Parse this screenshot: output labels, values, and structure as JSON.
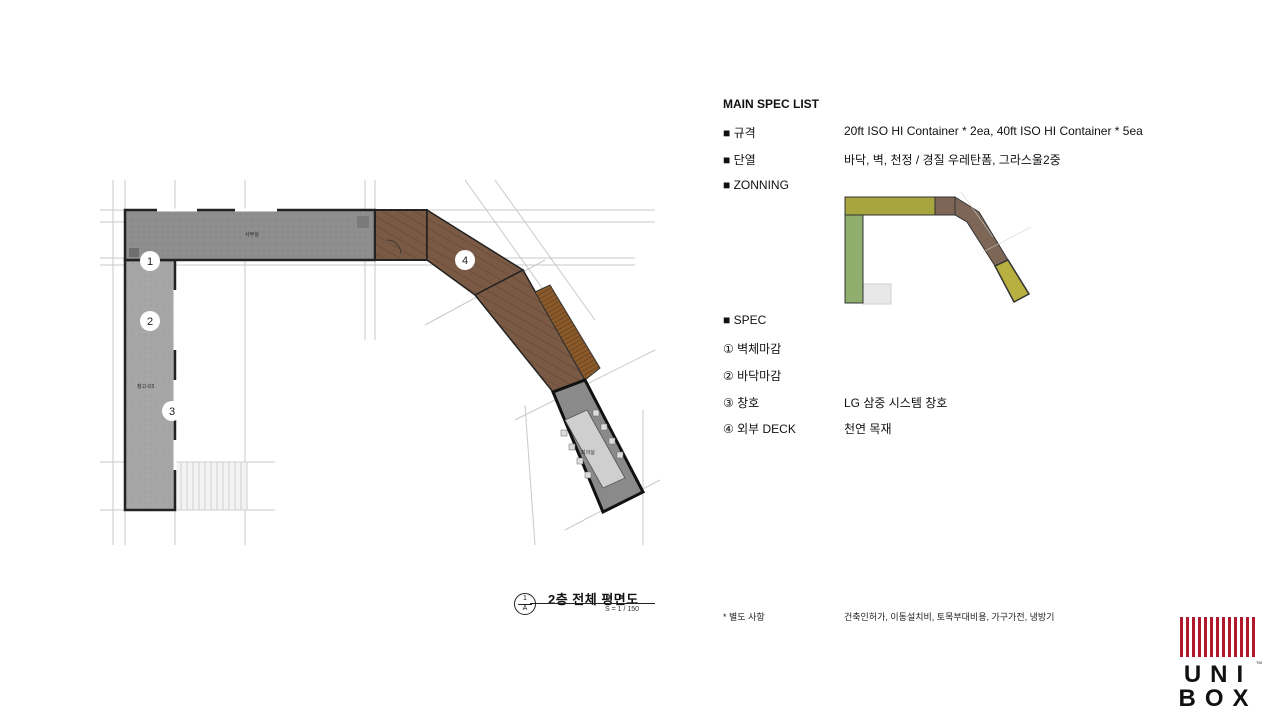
{
  "spec_list": {
    "title": "MAIN SPEC LIST",
    "rows": [
      {
        "label": "■ 규격",
        "value": "20ft ISO HI Container * 2ea, 40ft ISO HI Container * 5ea"
      },
      {
        "label": "■ 단열",
        "value": "바닥, 벽, 천정 / 경질 우레탄폼, 그라스울2중"
      },
      {
        "label": "■ ZONNING",
        "value": ""
      },
      {
        "label": "■ SPEC",
        "value": ""
      },
      {
        "label": "① 벽체마감",
        "value": ""
      },
      {
        "label": "② 바닥마감",
        "value": ""
      },
      {
        "label": "③ 창호",
        "value": "LG 삼중 시스템 창호"
      },
      {
        "label": "④ 외부 DECK",
        "value": "천연 목재"
      }
    ]
  },
  "notes": {
    "label": "* 별도 사항",
    "value": "건축인허가, 이동설치비, 토목부대비용, 가구가전, 냉방기"
  },
  "plan": {
    "caption_title": "2층 전체 평면도",
    "caption_scale": "S = 1 / 150",
    "caption_number": "1",
    "caption_sheet": "A",
    "markers": [
      "1",
      "2",
      "3",
      "4"
    ],
    "room_labels": {
      "top": "사무실",
      "left": "창고-03",
      "meeting": "회의실"
    }
  },
  "logo": {
    "line1": "UNI",
    "line2": "BOX",
    "tm": "TM"
  },
  "colors": {
    "concrete": "#8e8e8e",
    "concrete_light": "#a8a8a8",
    "wood": "#7a5a44",
    "wood_deck": "#8b5a2b",
    "zone_olive": "#a7a63e",
    "zone_green": "#8fae6e",
    "zone_brown": "#7d6656",
    "zone_yellow": "#b8b040",
    "logo_red": "#b2182b"
  }
}
